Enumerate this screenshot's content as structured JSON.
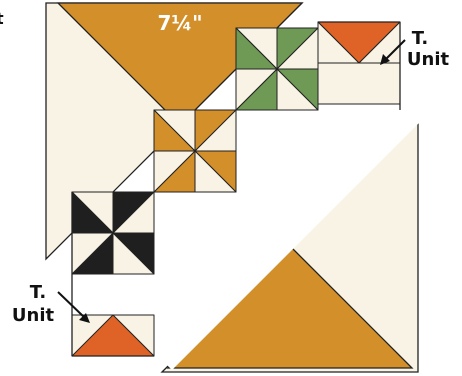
{
  "measure_label": "7¼\"",
  "t_unit_labels": [
    {
      "line1": "T.",
      "line2": "Unit"
    },
    {
      "line1": "T.",
      "line2": "Unit"
    }
  ],
  "stray_char": "t",
  "colors": {
    "cream": "#f8f3e4",
    "gold": "#d28f2a",
    "orange": "#df6327",
    "green": "#6f9a55",
    "black": "#1f1f1f",
    "outline": "#222222",
    "white": "#ffffff"
  }
}
